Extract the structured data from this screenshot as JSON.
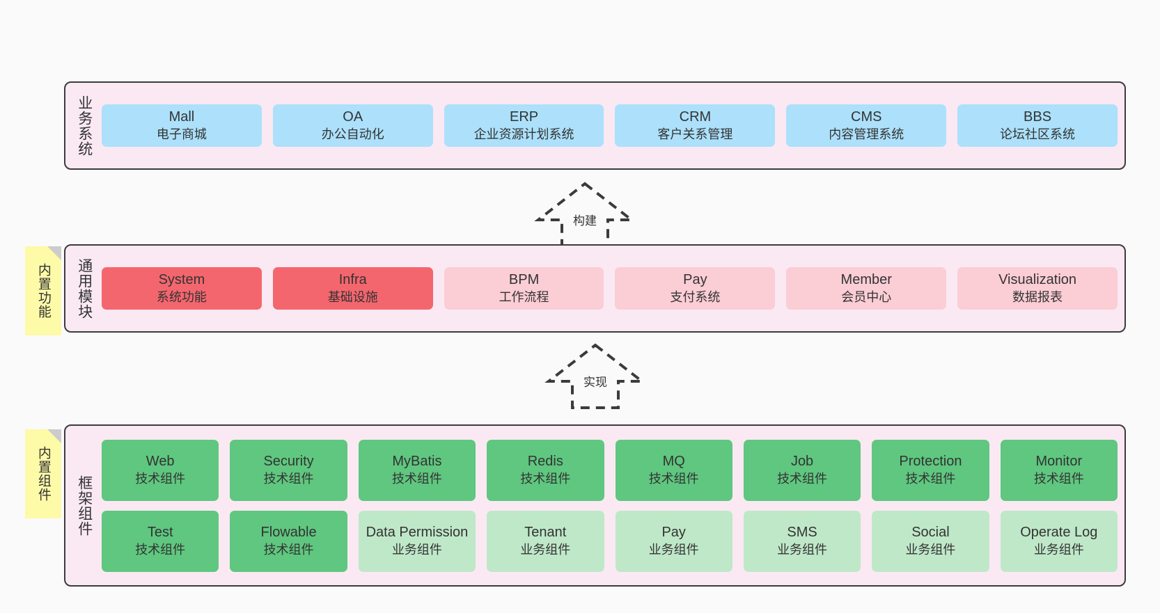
{
  "layers": [
    {
      "id": "business",
      "title": "业务系统",
      "rows": [
        [
          {
            "name": "Mall",
            "sub": "电子商城",
            "style": "c-blue"
          },
          {
            "name": "OA",
            "sub": "办公自动化",
            "style": "c-blue"
          },
          {
            "name": "ERP",
            "sub": "企业资源计划系统",
            "style": "c-blue"
          },
          {
            "name": "CRM",
            "sub": "客户关系管理",
            "style": "c-blue"
          },
          {
            "name": "CMS",
            "sub": "内容管理系统",
            "style": "c-blue"
          },
          {
            "name": "BBS",
            "sub": "论坛社区系统",
            "style": "c-blue"
          }
        ]
      ]
    },
    {
      "id": "common-module",
      "title": "通用模块",
      "sticky": "内置功能",
      "rows": [
        [
          {
            "name": "System",
            "sub": "系统功能",
            "style": "c-red"
          },
          {
            "name": "Infra",
            "sub": "基础设施",
            "style": "c-red"
          },
          {
            "name": "BPM",
            "sub": "工作流程",
            "style": "c-pinklight"
          },
          {
            "name": "Pay",
            "sub": "支付系统",
            "style": "c-pinklight"
          },
          {
            "name": "Member",
            "sub": "会员中心",
            "style": "c-pinklight"
          },
          {
            "name": "Visualization",
            "sub": "数据报表",
            "style": "c-pinklight"
          }
        ]
      ]
    },
    {
      "id": "framework-component",
      "title": "框架组件",
      "sticky": "内置组件",
      "rows": [
        [
          {
            "name": "Web",
            "sub": "技术组件",
            "style": "c-green"
          },
          {
            "name": "Security",
            "sub": "技术组件",
            "style": "c-green"
          },
          {
            "name": "MyBatis",
            "sub": "技术组件",
            "style": "c-green"
          },
          {
            "name": "Redis",
            "sub": "技术组件",
            "style": "c-green"
          },
          {
            "name": "MQ",
            "sub": "技术组件",
            "style": "c-green"
          },
          {
            "name": "Job",
            "sub": "技术组件",
            "style": "c-green"
          },
          {
            "name": "Protection",
            "sub": "技术组件",
            "style": "c-green"
          },
          {
            "name": "Monitor",
            "sub": "技术组件",
            "style": "c-green"
          }
        ],
        [
          {
            "name": "Test",
            "sub": "技术组件",
            "style": "c-green"
          },
          {
            "name": "Flowable",
            "sub": "技术组件",
            "style": "c-green"
          },
          {
            "name": "Data Permission",
            "sub": "业务组件",
            "style": "c-greenlight"
          },
          {
            "name": "Tenant",
            "sub": "业务组件",
            "style": "c-greenlight"
          },
          {
            "name": "Pay",
            "sub": "业务组件",
            "style": "c-greenlight"
          },
          {
            "name": "SMS",
            "sub": "业务组件",
            "style": "c-greenlight"
          },
          {
            "name": "Social",
            "sub": "业务组件",
            "style": "c-greenlight"
          },
          {
            "name": "Operate Log",
            "sub": "业务组件",
            "style": "c-greenlight"
          }
        ]
      ]
    }
  ],
  "arrows": [
    {
      "id": "build",
      "label": "构建"
    },
    {
      "id": "implement",
      "label": "实现"
    }
  ],
  "colors": {
    "panel_bg": "#fae9f3",
    "panel_border": "#3b3b3b",
    "blue": "#ace0fb",
    "red": "#f4666e",
    "pink_light": "#fbcdd5",
    "green": "#5fc77f",
    "green_light": "#bfe8c9",
    "sticky": "#fdfaa8",
    "sticky_fold": "#cccccc",
    "text": "#333333",
    "canvas": "#fafafa"
  }
}
